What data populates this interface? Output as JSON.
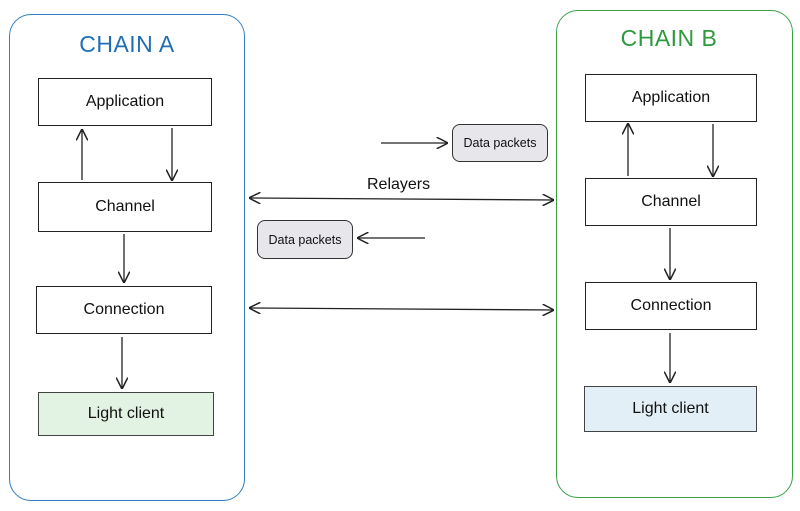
{
  "chain_a": {
    "title": "CHAIN A",
    "layers": {
      "application": "Application",
      "channel": "Channel",
      "connection": "Connection",
      "light_client": "Light client"
    }
  },
  "chain_b": {
    "title": "CHAIN B",
    "layers": {
      "application": "Application",
      "channel": "Channel",
      "connection": "Connection",
      "light_client": "Light client"
    }
  },
  "middle": {
    "relayers_label": "Relayers",
    "packet_top": "Data packets",
    "packet_bottom": "Data packets"
  },
  "colors": {
    "chain_a_accent": "#1f6fb5",
    "chain_b_accent": "#2e9a3e",
    "light_client_a_fill": "#e3f3e3",
    "light_client_b_fill": "#e3eff6",
    "packet_fill": "#e7e7eb"
  }
}
